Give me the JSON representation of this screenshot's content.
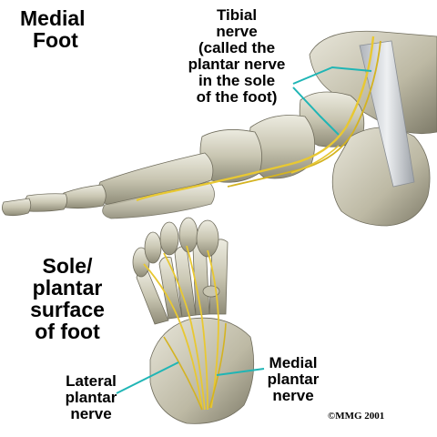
{
  "section_titles": {
    "medial_foot": [
      "Medial",
      "Foot"
    ],
    "sole": [
      "Sole/",
      "plantar",
      "surface",
      "of foot"
    ]
  },
  "labels": {
    "tibial_nerve": [
      "Tibial",
      "nerve",
      "(called the",
      "plantar nerve",
      "in the sole",
      "of the foot)"
    ],
    "lateral_plantar_nerve": [
      "Lateral",
      "plantar",
      "nerve"
    ],
    "medial_plantar_nerve": [
      "Medial",
      "plantar",
      "nerve"
    ]
  },
  "copyright": "©MMG 2001",
  "colors": {
    "bone_light": "#d9d6c4",
    "bone_dark": "#8f8c78",
    "nerve": "#e8c832",
    "leader": "#1fb5b5",
    "tendon": "#c9cdd2"
  }
}
